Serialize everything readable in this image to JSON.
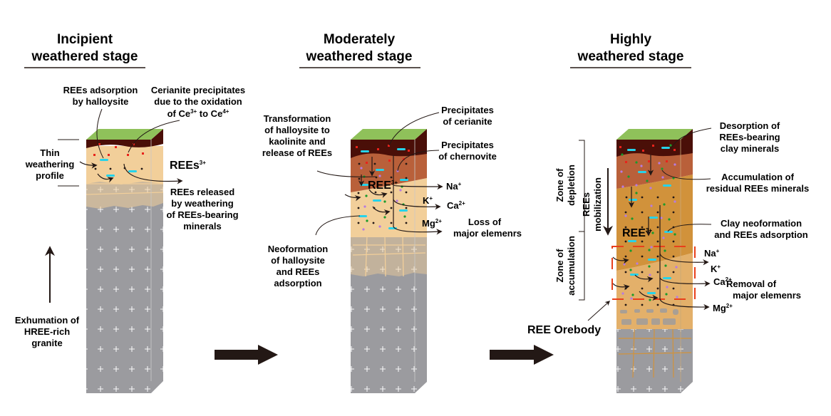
{
  "colors": {
    "grass": "#8fc15a",
    "topsoil": "#4a0f08",
    "brown_layer": "#b9603a",
    "ochre_layer": "#d1923b",
    "pale_layer": "#f2cf9a",
    "granite": "#9b9b9f",
    "cyan_clay": "#26d3ea",
    "red_dot": "#e8231b",
    "green_dot": "#1a9b2b",
    "purple_dot": "#b77be0",
    "orebody_box": "#e8401b",
    "arrow": "#231815"
  },
  "stages": [
    {
      "title_line1": "Incipient",
      "title_line2": "weathered stage",
      "labels": {
        "adsorption": [
          "REEs adsorption",
          "by halloysite"
        ],
        "cerianite": [
          "Cerianite precipitates",
          "due to the oxidation",
          "of Ce",
          "3+",
          " to Ce",
          "4+"
        ],
        "thin_profile": [
          "Thin",
          "weathering",
          "profile"
        ],
        "rees3": [
          "REEs",
          "3+"
        ],
        "released": [
          "REEs released",
          "by weathering",
          "of REEs-bearing",
          "minerals"
        ],
        "exhumation": [
          "Exhumation of",
          "HREE-rich",
          "granite"
        ]
      }
    },
    {
      "title_line1": "Moderately",
      "title_line2": "weathered stage",
      "labels": {
        "transformation": [
          "Transformation",
          "of halloysite to",
          "kaolinite and",
          "release of REEs"
        ],
        "cerianite": [
          "Precipitates",
          "of cerianite"
        ],
        "chernovite": [
          "Precipitates",
          "of chernovite"
        ],
        "ree3": [
          "REE",
          "3+"
        ],
        "neoformation": [
          "Neoformation",
          "of halloysite",
          "and REEs",
          "adsorption"
        ],
        "loss": [
          "Loss of",
          "major elemenrs"
        ],
        "ions": [
          {
            "base": "Na",
            "charge": "+"
          },
          {
            "base": "K",
            "charge": "+"
          },
          {
            "base": "Ca",
            "charge": "2+"
          },
          {
            "base": "Mg",
            "charge": "2+"
          }
        ]
      }
    },
    {
      "title_line1": "Highly",
      "title_line2": "weathered stage",
      "labels": {
        "desorption": [
          "Desorption of",
          "REEs-bearing",
          "clay minerals"
        ],
        "accumulation": [
          "Accumulation of",
          "residual REEs minerals"
        ],
        "clay": [
          "Clay neoformation",
          "and REEs adsorption"
        ],
        "removal": [
          "Removal of",
          "major elemenrs"
        ],
        "ree3": [
          "REE",
          "3+"
        ],
        "zone_depletion": [
          "Zone of",
          "depletion"
        ],
        "zone_accumulation": [
          "Zone of",
          "accumulation"
        ],
        "mobilization": [
          "REEs",
          "mobilization"
        ],
        "orebody": "REE Orebody",
        "ions": [
          {
            "base": "Na",
            "charge": "+"
          },
          {
            "base": "K",
            "charge": "+"
          },
          {
            "base": "Ca",
            "charge": "2+"
          },
          {
            "base": "Mg",
            "charge": "2+"
          }
        ]
      }
    }
  ],
  "transitions": [
    "stage-1-to-2",
    "stage-2-to-3"
  ]
}
